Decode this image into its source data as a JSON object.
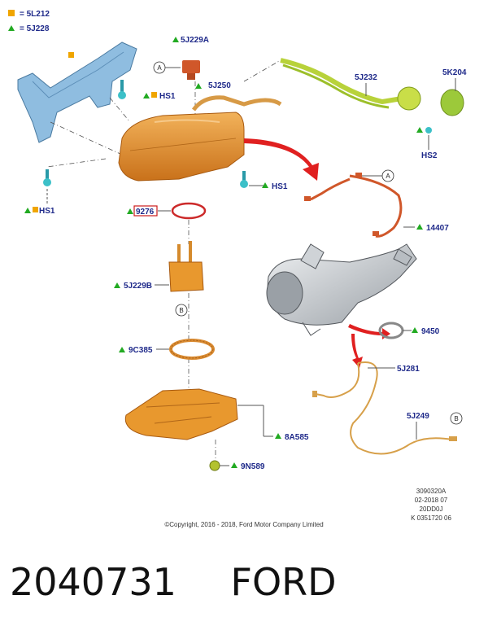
{
  "legend": [
    {
      "symbol": "square",
      "color": "#f0a500",
      "label": "= 5L212"
    },
    {
      "symbol": "triangle",
      "color": "#22aa22",
      "label": "= 5J228"
    }
  ],
  "labels": {
    "l5J229A": "5J229A",
    "l5J250": "5J250",
    "l5J232": "5J232",
    "l5K204": "5K204",
    "lHS1a": "HS1",
    "lHS1b": "HS1",
    "lHS1c": "HS1",
    "lHS2": "HS2",
    "l9276": "9276",
    "l14407": "14407",
    "l5J229B": "5J229B",
    "l9450": "9450",
    "l9C385": "9C385",
    "l5J281": "5J281",
    "l5J249": "5J249",
    "l8A585": "8A585",
    "l9N589": "9N589"
  },
  "callouts": {
    "a1": "A",
    "a2": "A",
    "b1": "B",
    "b2": "B"
  },
  "meta_lines": [
    "3090320A",
    "02-2018 07",
    "20DD0J",
    "K 0351720 06"
  ],
  "copyright": "©Copyright, 2016 - 2018, Ford Motor Company Limited",
  "footer": {
    "part_number": "2040731",
    "brand": "FORD"
  },
  "colors": {
    "label": "#1f2a8a",
    "legend_square": "#f0a500",
    "legend_triangle": "#22aa22",
    "tank": "#e8982e",
    "hose": "#b8d23a",
    "cap": "#9cc93a",
    "wire": "#d0572a",
    "bolt": "#3cc0c8"
  }
}
